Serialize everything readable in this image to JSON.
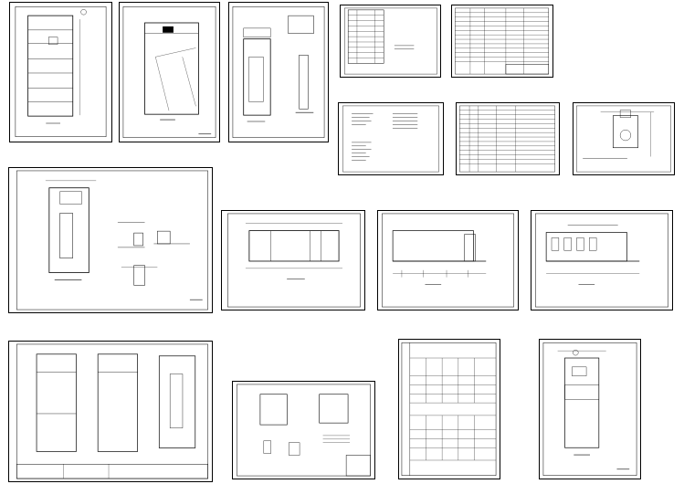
{
  "sheets": [
    {
      "name": "sheet-plan-1",
      "label": ""
    },
    {
      "name": "sheet-plan-2",
      "label": ""
    },
    {
      "name": "sheet-plan-3",
      "label": ""
    },
    {
      "name": "sheet-table-1",
      "label": ""
    },
    {
      "name": "sheet-table-2",
      "label": ""
    },
    {
      "name": "sheet-list-1",
      "label": ""
    },
    {
      "name": "sheet-table-3",
      "label": ""
    },
    {
      "name": "sheet-detail-1",
      "label": ""
    },
    {
      "name": "sheet-plan-details",
      "label": ""
    },
    {
      "name": "sheet-floor-1",
      "label": ""
    },
    {
      "name": "sheet-elevation-1",
      "label": ""
    },
    {
      "name": "sheet-elevation-2",
      "label": ""
    },
    {
      "name": "sheet-plans-triple",
      "label": ""
    },
    {
      "name": "sheet-sections",
      "label": ""
    },
    {
      "name": "sheet-schedule",
      "label": ""
    },
    {
      "name": "sheet-plan-4",
      "label": ""
    }
  ],
  "colors": {
    "line": "#000000",
    "paper": "#ffffff"
  }
}
